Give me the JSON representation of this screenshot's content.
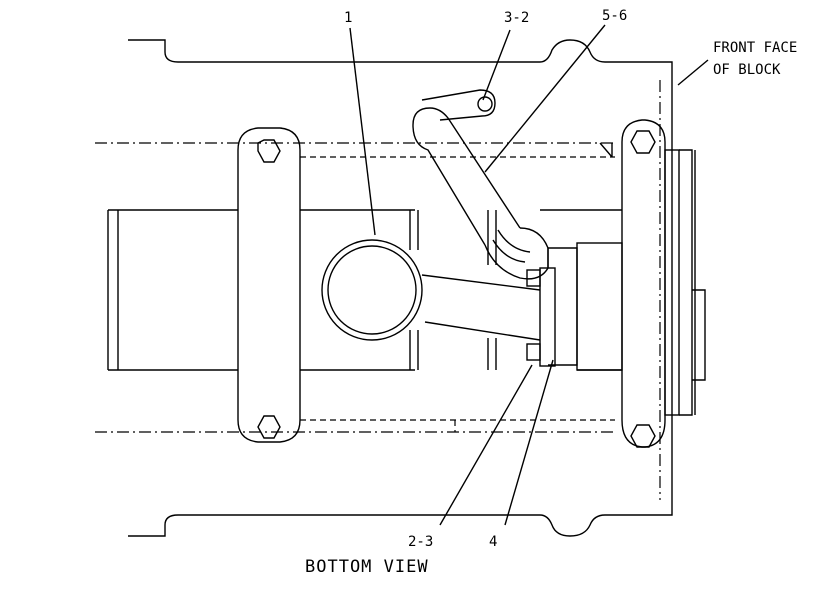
{
  "labels": {
    "part_1": "1",
    "part_3_2": "3-2",
    "part_5_6": "5-6",
    "part_2_3": "2-3",
    "part_4": "4",
    "front_face_line1": "FRONT FACE",
    "front_face_line2": "OF BLOCK"
  },
  "view_title": "BOTTOM VIEW"
}
